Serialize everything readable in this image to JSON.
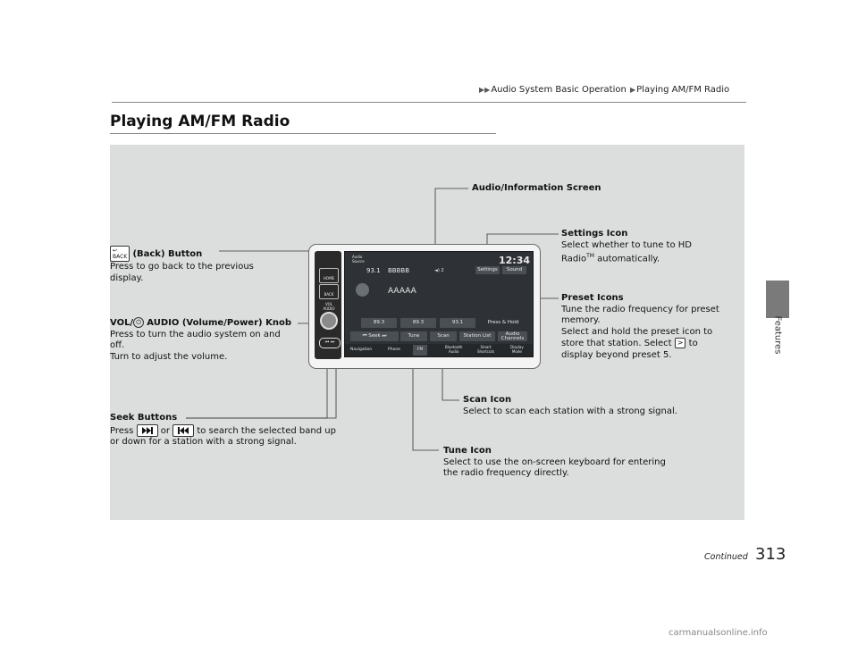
{
  "breadcrumb": {
    "section": "Audio System Basic Operation",
    "page": "Playing AM/FM Radio"
  },
  "side_tab": "Features",
  "title": "Playing AM/FM Radio",
  "labels": {
    "audio_screen": "Audio/Information Screen",
    "settings_title": "Settings Icon",
    "settings_desc1": "Select whether to tune to HD",
    "settings_desc2a": "Radio",
    "settings_tm": "TM",
    "settings_desc2b": " automatically.",
    "back_title": "(Back) Button",
    "back_desc1": "Press to go back to the previous",
    "back_desc2": "display.",
    "preset_title": "Preset Icons",
    "preset_desc1": "Tune the radio frequency for preset",
    "preset_desc2": "memory.",
    "preset_desc3": "Select and hold the preset icon to",
    "preset_desc4a": "store that station. Select",
    "preset_key": ">",
    "preset_desc4b": "to",
    "preset_desc5": "display beyond preset 5.",
    "vol_title_a": "VOL/",
    "vol_title_b": "AUDIO (Volume/Power) Knob",
    "vol_desc1": "Press to turn the audio system on and",
    "vol_desc2": "off.",
    "vol_desc3": "Turn to adjust the volume.",
    "scan_title": "Scan Icon",
    "scan_desc": "Select to scan each station with a strong signal.",
    "seek_title": "Seek Buttons",
    "seek_press": "Press",
    "seek_or": "or",
    "seek_desc1": "to search the selected band up",
    "seek_desc2": "or down for a station with a strong signal.",
    "tune_title": "Tune Icon",
    "tune_desc1": "Select to use the on-screen keyboard for entering",
    "tune_desc2": "the radio frequency directly."
  },
  "device": {
    "home": "HOME",
    "back": "BACK",
    "vol": "VOL",
    "audio": "AUDIO"
  },
  "screen": {
    "source_l1": "Audio",
    "source_l2": "Source",
    "clock": "12:34",
    "freq": "93.1",
    "station": "BBBBB",
    "signal_num": "2",
    "settings": "Settings",
    "sound": "Sound",
    "station_big": "AAAAA",
    "preset1": "89.3",
    "preset2": "89.3",
    "preset3": "93.1",
    "press_hold": "Press & Hold",
    "seek": "Seek",
    "tune": "Tune",
    "scan": "Scan",
    "station_list": "Station List",
    "audio_channels_1": "Audio",
    "audio_channels_2": "Channels",
    "nav": "Navigation",
    "phone": "Phone",
    "fm": "FM",
    "bt_1": "Bluetooth",
    "bt_2": "Audio",
    "smart_1": "Smart",
    "smart_2": "Shortcuts",
    "display_1": "Display",
    "display_2": "Mode"
  },
  "footer": {
    "continued": "Continued",
    "page_number": "313",
    "watermark": "carmanualsonline.info"
  }
}
